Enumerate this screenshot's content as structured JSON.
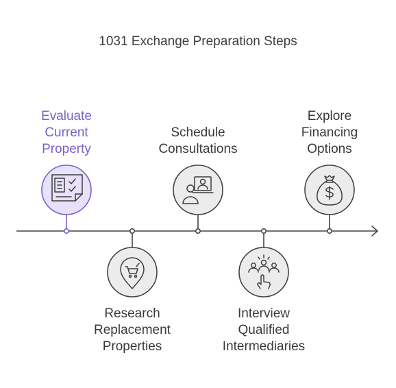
{
  "title": "1031 Exchange Preparation Steps",
  "colors": {
    "accent": "#7b61cc",
    "accent_fill": "#e7e1fa",
    "node_fill": "#ececec",
    "stroke": "#444444"
  },
  "steps": [
    {
      "lines": [
        "Evaluate",
        "Current",
        "Property"
      ],
      "icon": "document-checklist-icon",
      "position": "above",
      "active": true
    },
    {
      "lines": [
        "Research",
        "Replacement",
        "Properties"
      ],
      "icon": "location-cart-icon",
      "position": "below",
      "active": false
    },
    {
      "lines": [
        "Schedule",
        "Consultations"
      ],
      "icon": "consultation-icon",
      "position": "above",
      "active": false
    },
    {
      "lines": [
        "Interview",
        "Qualified",
        "Intermediaries"
      ],
      "icon": "team-select-icon",
      "position": "below",
      "active": false
    },
    {
      "lines": [
        "Explore",
        "Financing",
        "Options"
      ],
      "icon": "money-bag-icon",
      "position": "above",
      "active": false
    }
  ]
}
